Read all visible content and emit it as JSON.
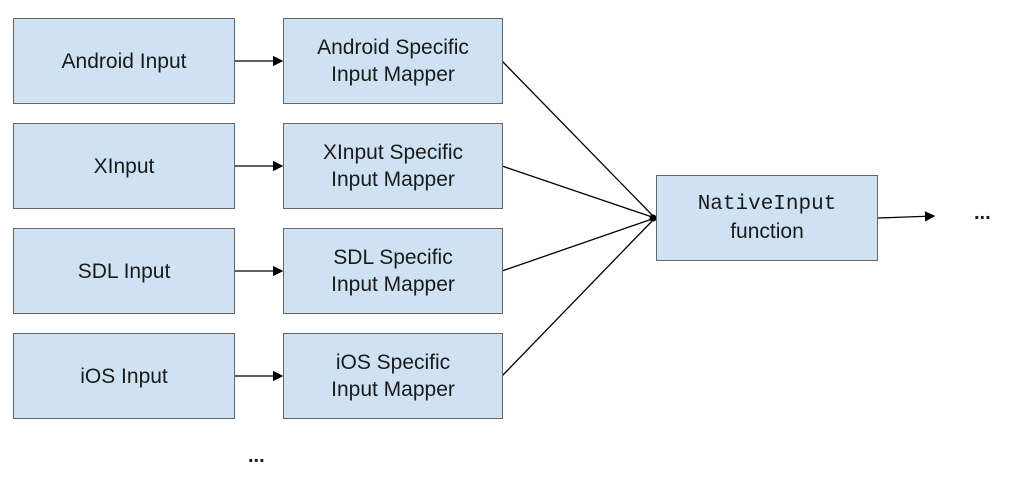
{
  "sources": [
    {
      "label": "Android Input"
    },
    {
      "label": "XInput"
    },
    {
      "label": "SDL Input"
    },
    {
      "label": "iOS Input"
    }
  ],
  "mappers": [
    {
      "line1": "Android Specific",
      "line2": "Input Mapper"
    },
    {
      "line1": "XInput Specific",
      "line2": "Input Mapper"
    },
    {
      "line1": "SDL Specific",
      "line2": "Input Mapper"
    },
    {
      "line1": "iOS Specific",
      "line2": "Input Mapper"
    }
  ],
  "native": {
    "line1": "NativeInput",
    "line2": "function"
  },
  "ellipsis_bottom": "...",
  "ellipsis_right": "...",
  "colors": {
    "box_fill": "#cfe2f3",
    "box_border": "#666666",
    "line": "#000000"
  }
}
